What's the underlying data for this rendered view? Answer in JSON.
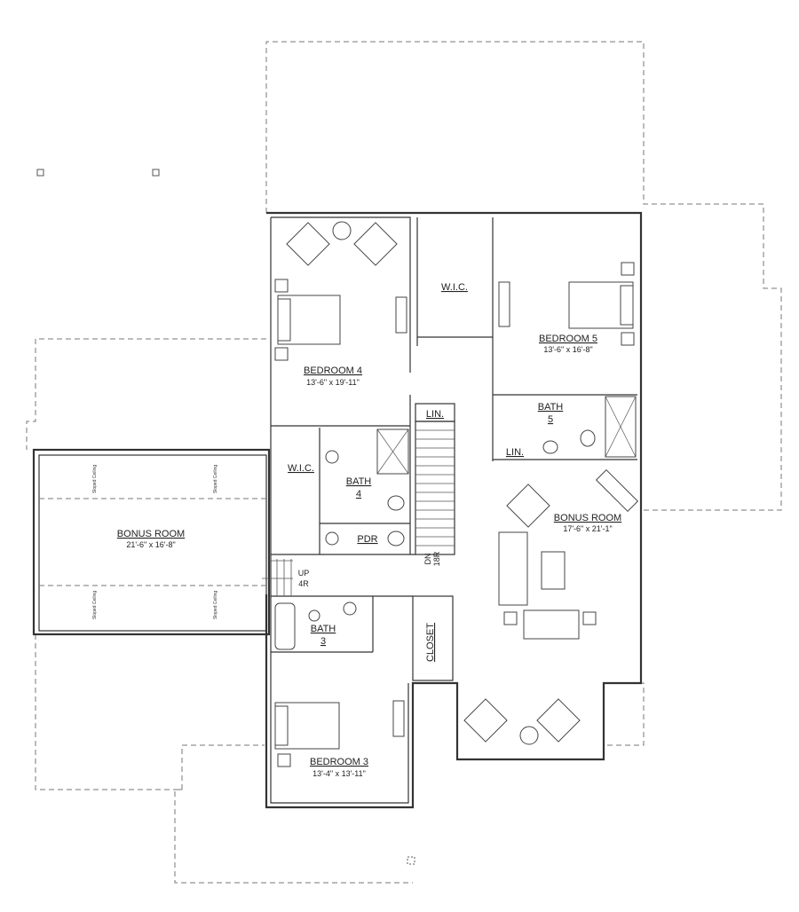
{
  "plan": {
    "rooms": [
      {
        "name": "BEDROOM 4",
        "size": "13'-6\" x 19'-11\""
      },
      {
        "name": "W.I.C."
      },
      {
        "name": "BEDROOM 5",
        "size": "13'-6\" x 16'-8\""
      },
      {
        "name": "BATH",
        "number": "5"
      },
      {
        "name": "LIN."
      },
      {
        "name": "LIN."
      },
      {
        "name": "W.I.C."
      },
      {
        "name": "BATH",
        "number": "4"
      },
      {
        "name": "PDR"
      },
      {
        "name": "BONUS ROOM",
        "size": "17'-6\" x 21'-1\""
      },
      {
        "name": "BONUS ROOM",
        "size": "21'-6\" x 16'-8\""
      },
      {
        "name": "BATH",
        "number": "3"
      },
      {
        "name": "CLOSET"
      },
      {
        "name": "BEDROOM 3",
        "size": "13'-4\" x 13'-11\""
      }
    ],
    "stairs_down": {
      "dir": "DN",
      "risers": "18R"
    },
    "stairs_up": {
      "dir": "UP",
      "risers": "4R"
    },
    "sloped_ceiling": "Sloped Ceiling"
  }
}
